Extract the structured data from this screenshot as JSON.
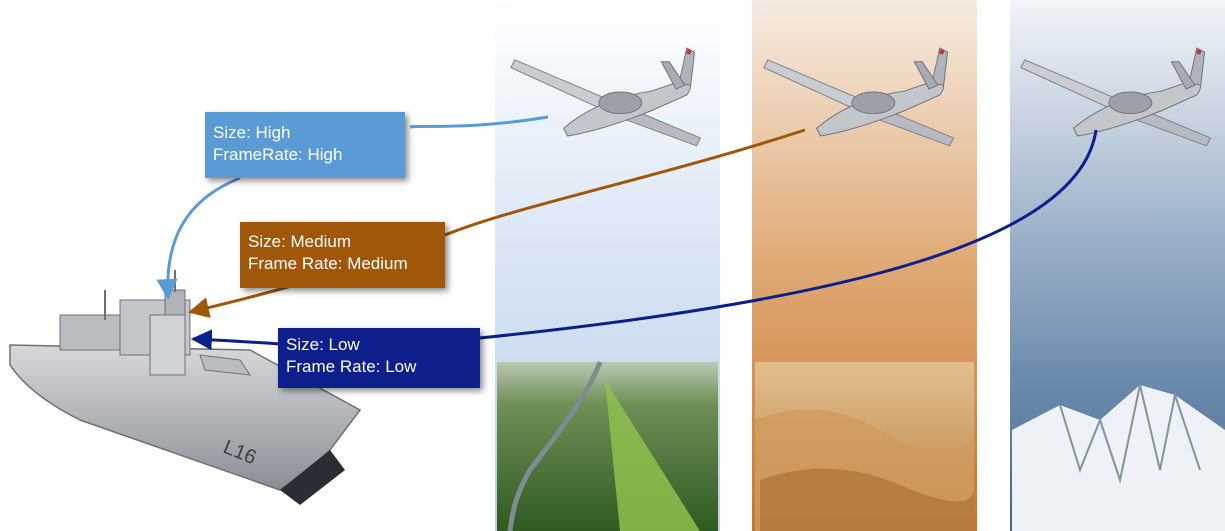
{
  "colors": {
    "high": "#5b9bd5",
    "medium": "#a0570a",
    "low": "#0c1f8a"
  },
  "links": [
    {
      "id": "high",
      "size_text": "Size: High",
      "rate_text": "FrameRate: High",
      "terrain": "forest"
    },
    {
      "id": "medium",
      "size_text": "Size: Medium",
      "rate_text": "Frame Rate: Medium",
      "terrain": "desert"
    },
    {
      "id": "low",
      "size_text": "Size: Low",
      "rate_text": "Frame Rate: Low",
      "terrain": "mountains"
    }
  ],
  "ship": {
    "hull_number": "L16"
  }
}
